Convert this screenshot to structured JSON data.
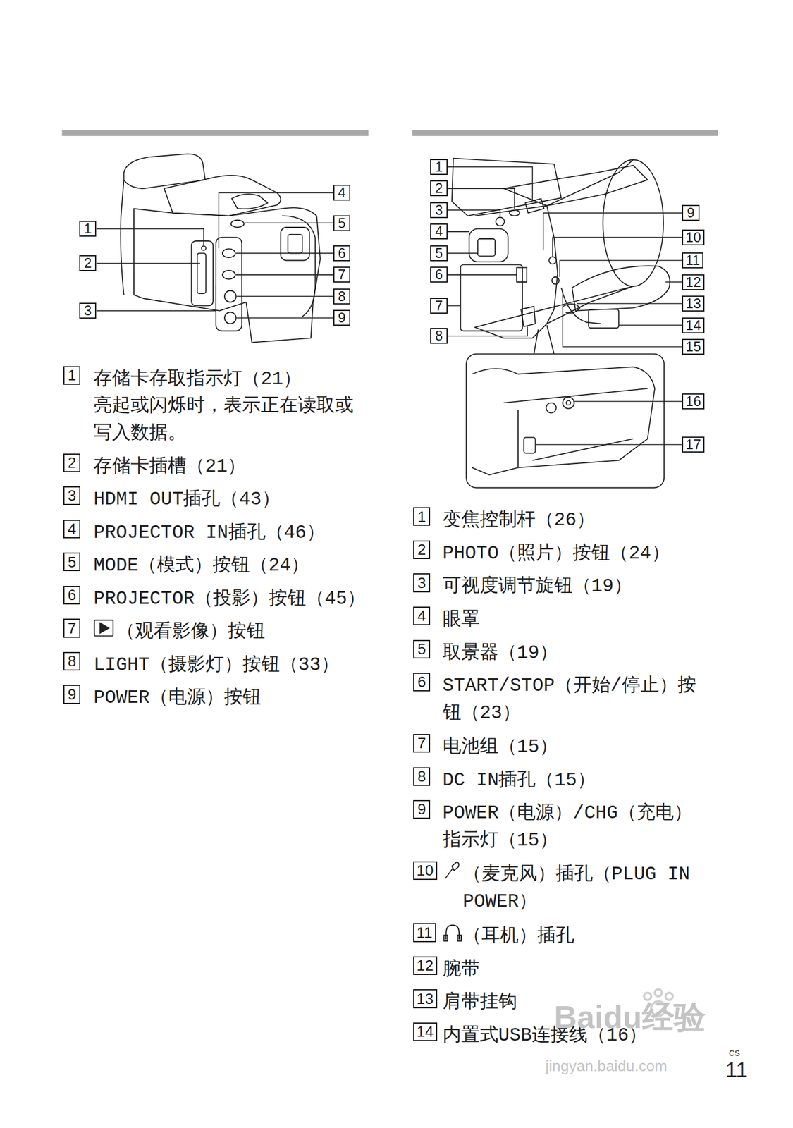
{
  "diagram": {
    "nodes": [
      {
        "text": [
          "1"
        ]
      },
      {
        "text": [
          "2"
        ]
      },
      {
        "text": [
          "3"
        ]
      },
      {
        "text": [
          "4"
        ]
      },
      {
        "text": [
          "5"
        ]
      },
      {
        "text": [
          "6"
        ]
      },
      {
        "text": [
          "7"
        ]
      },
      {
        "text": [
          "8"
        ]
      },
      {
        "text": [
          "9"
        ]
      },
      {
        "text": [
          "1"
        ]
      },
      {
        "text": [
          "2"
        ]
      },
      {
        "text": [
          "3"
        ]
      },
      {
        "text": [
          "4"
        ]
      },
      {
        "text": [
          "5"
        ]
      },
      {
        "text": [
          "6"
        ]
      },
      {
        "text": [
          "7"
        ]
      },
      {
        "text": [
          "8"
        ]
      },
      {
        "text": [
          "9"
        ]
      },
      {
        "text": [
          "1"
        ]
      },
      {
        "text": [
          "2"
        ]
      },
      {
        "text": [
          "3"
        ]
      },
      {
        "text": [
          "4"
        ]
      },
      {
        "text": [
          "5"
        ]
      },
      {
        "text": [
          "6"
        ]
      },
      {
        "text": [
          "7"
        ]
      },
      {
        "text": [
          "8"
        ]
      },
      {
        "text": [
          "9"
        ]
      },
      {
        "text": [
          "10"
        ]
      },
      {
        "text": [
          "11"
        ]
      },
      {
        "text": [
          "12"
        ]
      },
      {
        "text": [
          "13"
        ]
      },
      {
        "text": [
          "14"
        ]
      },
      {
        "text": [
          "15"
        ]
      },
      {
        "text": [
          "16"
        ]
      },
      {
        "text": [
          "17"
        ]
      },
      {
        "text": [
          "1"
        ]
      },
      {
        "text": [
          "2"
        ]
      },
      {
        "text": [
          "3"
        ]
      },
      {
        "text": [
          "4"
        ]
      },
      {
        "text": [
          "5"
        ]
      },
      {
        "text": [
          "6"
        ]
      },
      {
        "text": [
          "7"
        ]
      },
      {
        "text": [
          "8"
        ]
      },
      {
        "text": [
          "9"
        ]
      },
      {
        "text": [
          "10"
        ]
      },
      {
        "text": [
          "11"
        ]
      },
      {
        "text": [
          "12"
        ]
      },
      {
        "text": [
          "13"
        ]
      },
      {
        "text": [
          "14"
        ]
      }
    ],
    "labels": [
      "存储卡存取指示灯（21）",
      "亮起或闪烁时，表示正在读取或 写入数据。",
      "存储卡插槽（21）",
      "HDMI OUT插孔（43）",
      "PROJECTOR IN插孔（46）",
      "MODE（模式）按钮（24）",
      "PROJECTOR（投影）按钮（45）",
      "（观看影像）按钮",
      "LIGHT（摄影灯）按钮（33）",
      "POWER（电源）按钮",
      "变焦控制杆（26）",
      "PHOTO（照片）按钮（24）",
      "可视度调节旋钮（19）",
      "眼罩",
      "取景器（19）",
      "START/STOP（开始/停止）按 钮（23）",
      "电池组（15）",
      "DC IN插孔（15）",
      "POWER（电源）/CHG（充电） 指示灯（15）",
      "（麦克风）插孔（PLUG IN POWER）",
      "（耳机）插孔",
      "腕带",
      "肩带挂钩",
      "内置式USB连接线（16）",
      "Baidu经验",
      "jingyan.baidu.com",
      "CS",
      "11"
    ]
  }
}
